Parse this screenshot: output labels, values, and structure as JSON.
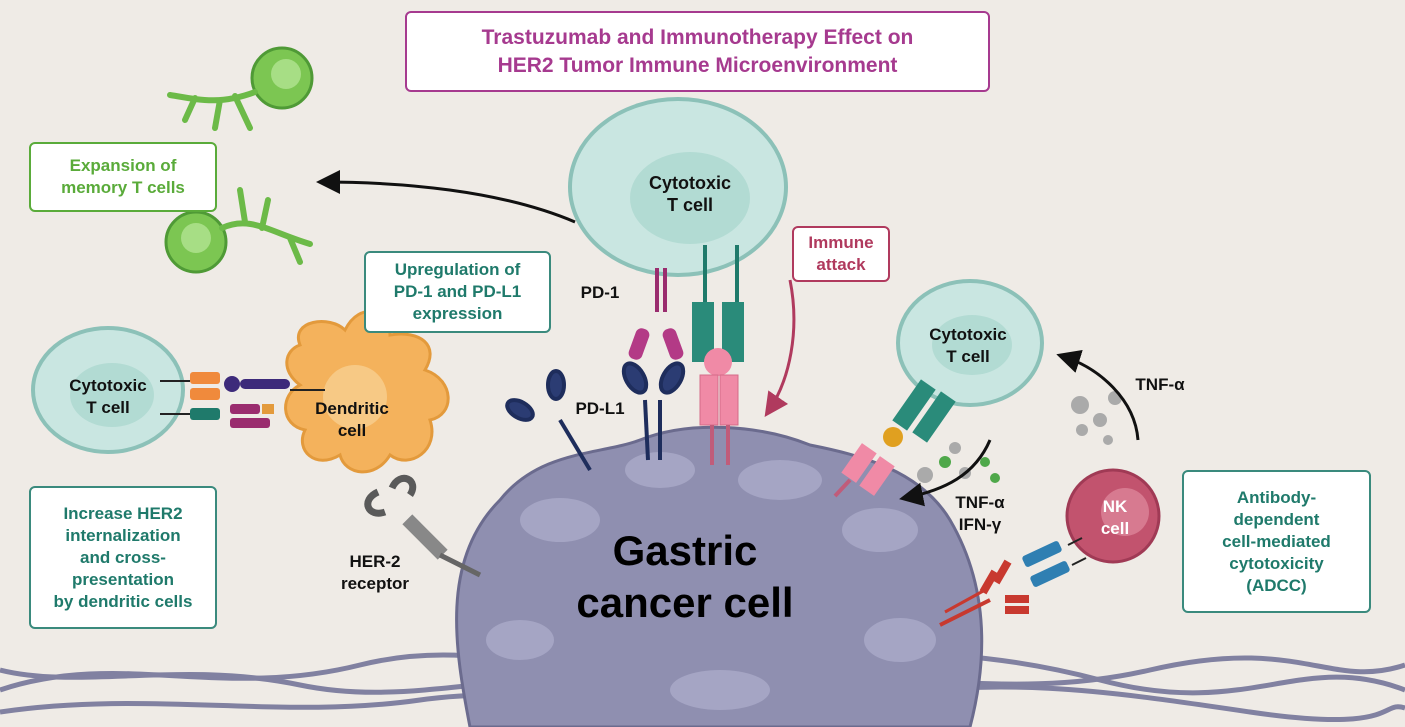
{
  "title": {
    "line1": "Trastuzumab and Immunotherapy Effect on",
    "line2": "HER2 Tumor Immune Microenvironment"
  },
  "boxes": {
    "memory": "Expansion of\nmemory T cells",
    "pd_upregulation": "Upregulation of\nPD-1 and PD-L1\nexpression",
    "her2_internalization": "Increase HER2\ninternalization\nand cross-\npresentation\nby dendritic cells",
    "immune_attack": "Immune\nattack",
    "adcc": "Antibody-\ndependent\ncell-mediated\ncytotoxicity\n(ADCC)"
  },
  "labels": {
    "ctl_top": "Cytotoxic\nT cell",
    "ctl_left": "Cytotoxic\nT cell",
    "ctl_right": "Cytotoxic\nT cell",
    "dendritic": "Dendritic\ncell",
    "nk": "NK\ncell",
    "pd1": "PD-1",
    "pdl1": "PD-L1",
    "her2_receptor": "HER-2\nreceptor",
    "tnf_top": "TNF-α",
    "cytokines": "TNF-α\nIFN-γ",
    "tumor": "Gastric\ncancer cell"
  },
  "colors": {
    "title_purple": "#a63a8f",
    "green": "#5aab3a",
    "teal": "#1f7a6b",
    "immune_red": "#b03a5e",
    "ctl_fill": "#c9e6e1",
    "dendritic_fill": "#f4b25c",
    "tumor_fill": "#8f8fb0",
    "nk_fill": "#c2536e"
  }
}
